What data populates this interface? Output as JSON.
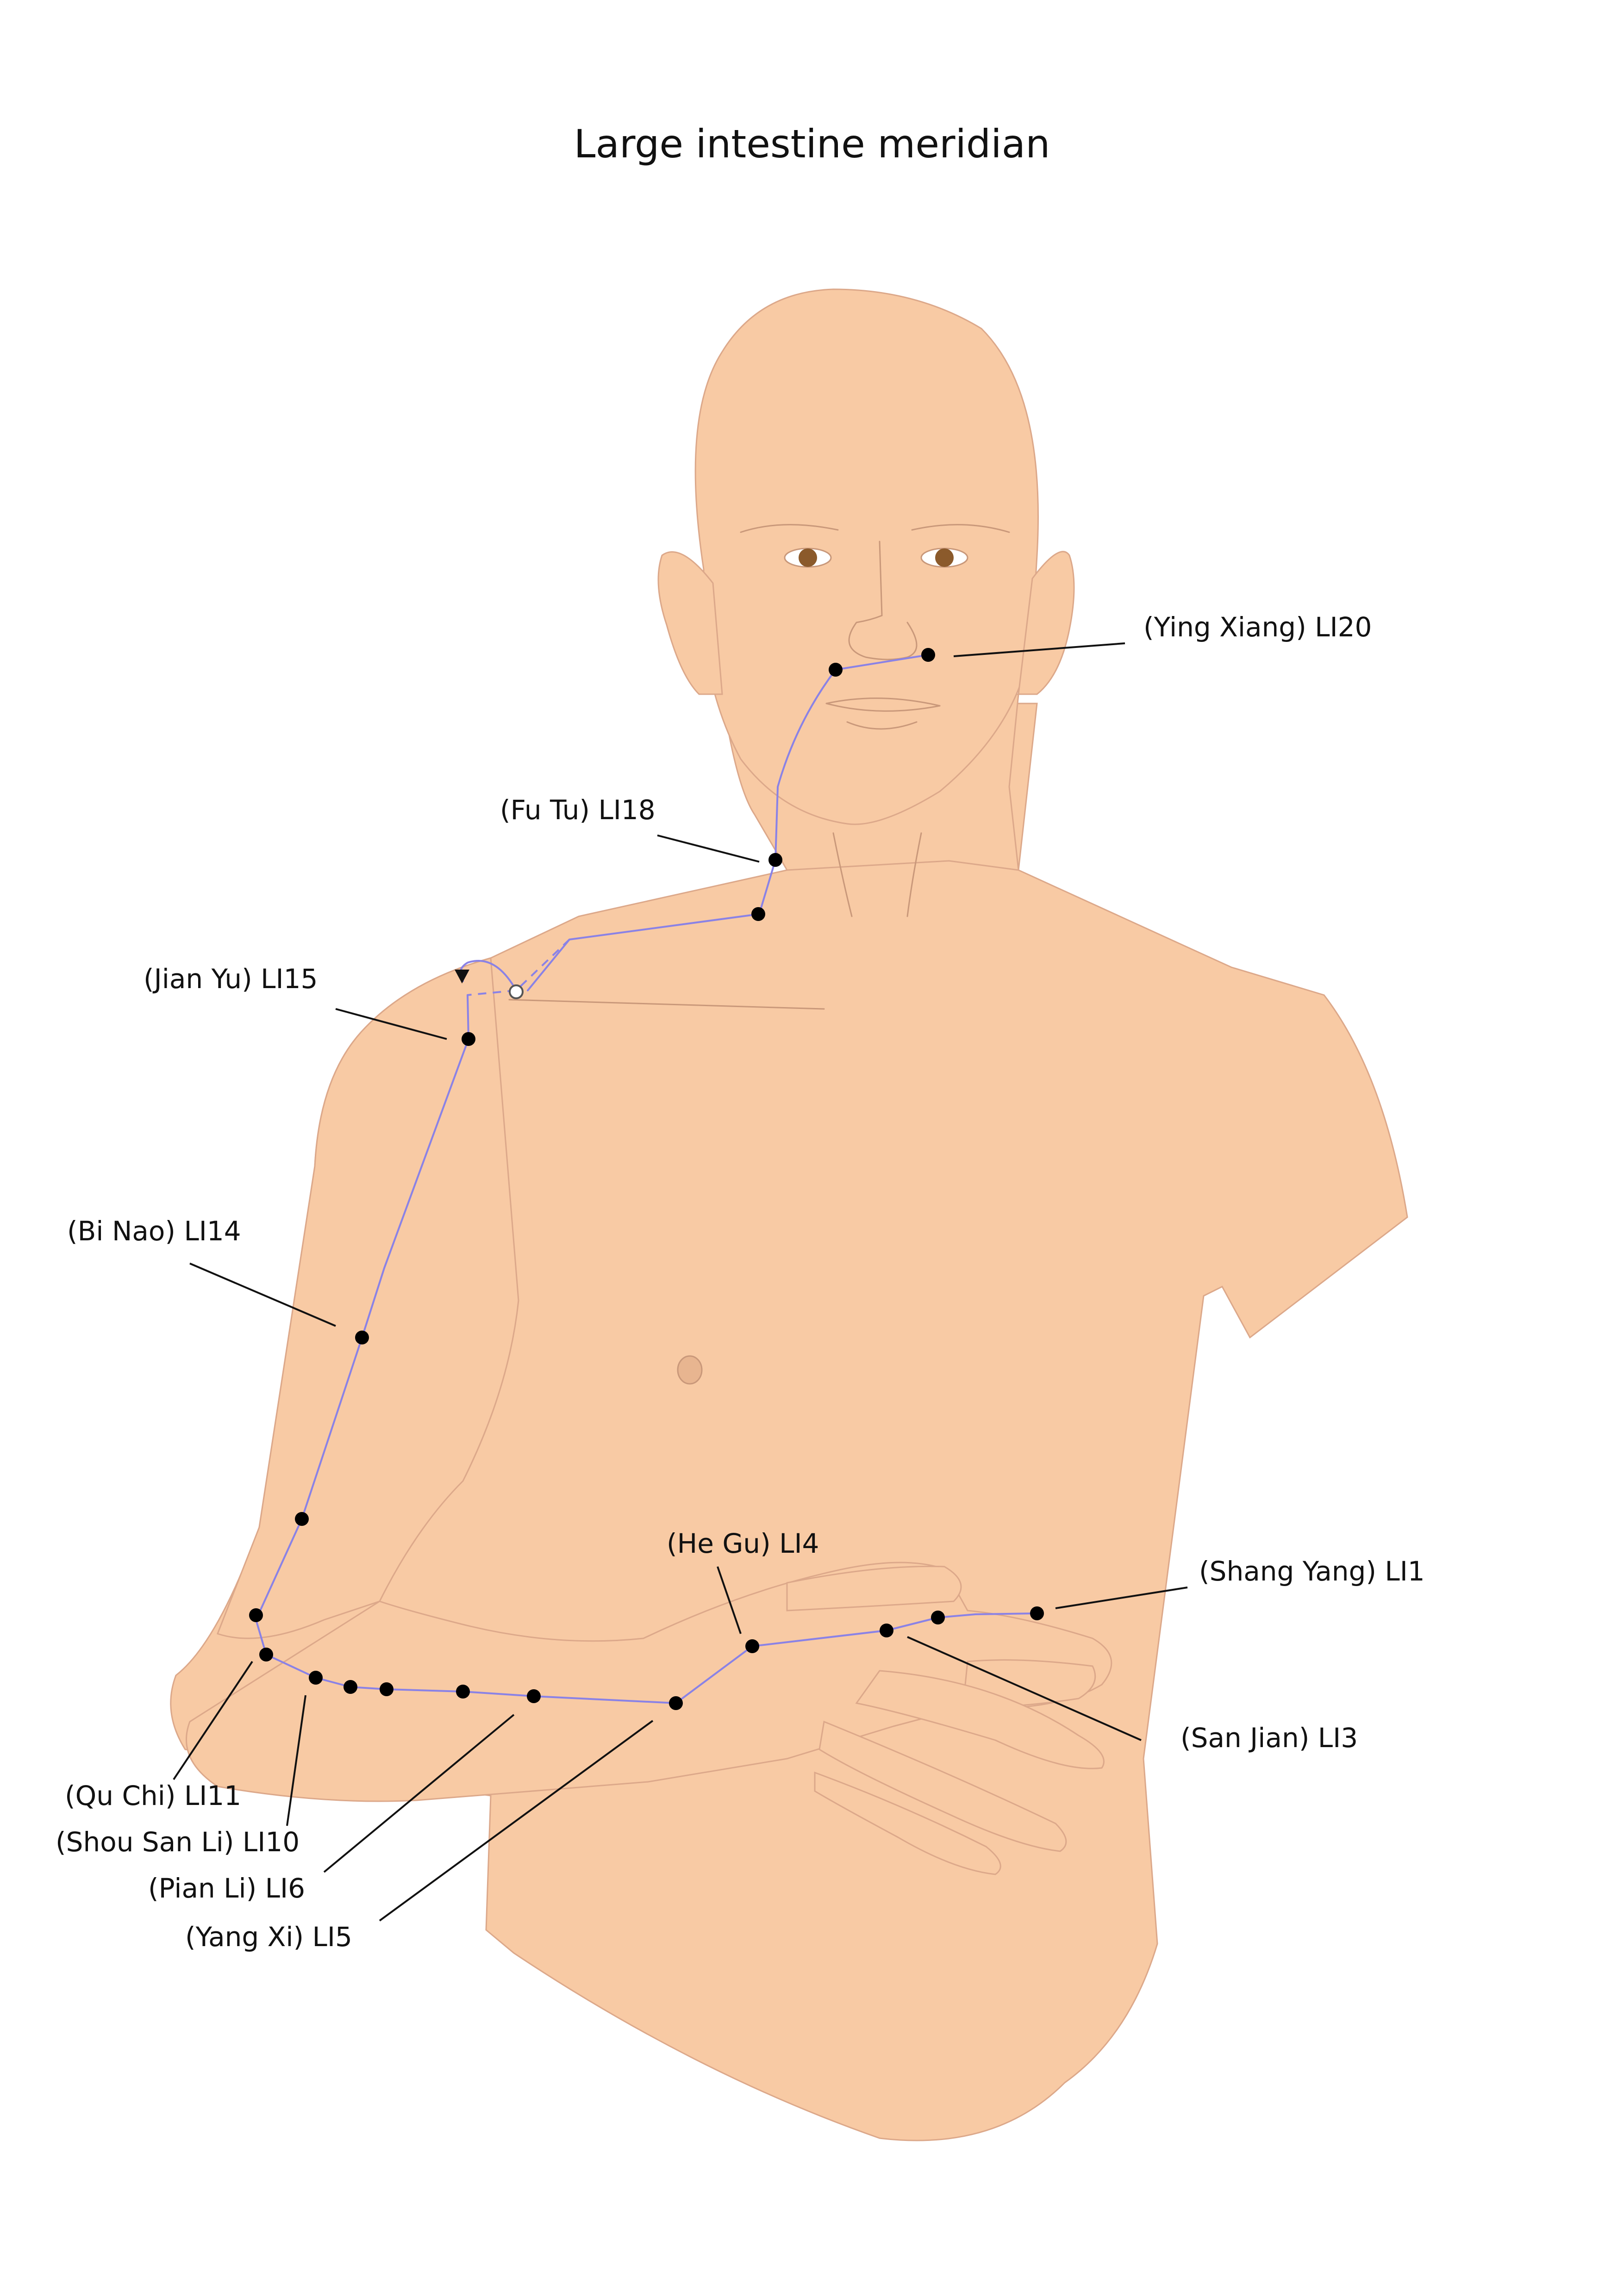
{
  "title": "Large intestine meridian",
  "colors": {
    "skin": "#f8caa4",
    "skin_outline": "#dca88a",
    "meridian": "#8a82e6",
    "point": "#000000",
    "eye": "#8b5a2b"
  },
  "labels": {
    "li20": "(Ying Xiang) LI20",
    "li18": "(Fu Tu) LI18",
    "li15": "(Jian Yu) LI15",
    "li14": "(Bi Nao) LI14",
    "li4": "(He Gu) LI4",
    "li1": "(Shang Yang) LI1",
    "li3": "(San Jian) LI3",
    "li11": "(Qu Chi) LI11",
    "li10": "(Shou San Li) LI10",
    "li6": "(Pian Li) LI6",
    "li5": "(Yang Xi) LI5"
  }
}
